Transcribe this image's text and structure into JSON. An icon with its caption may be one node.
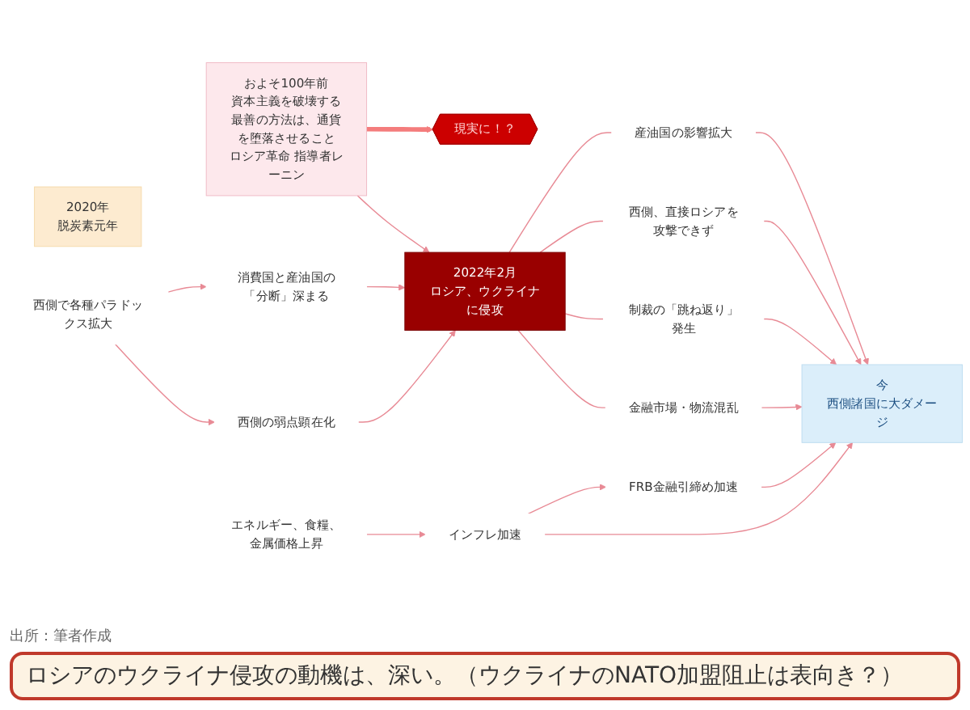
{
  "diagram": {
    "caption": "ロシアのウクライナ侵攻の動機は、深い。（ウクライナのNATO加盟阻止は表向き？）",
    "nodes": [
      {
        "text": [
          "およそ100年前",
          "資本主義を破壊する最善の方法は、通貨を堕落させること",
          "ロシア革命 指導者レーニン"
        ]
      },
      {
        "text": [
          "2020年",
          "脱炭素元年"
        ]
      },
      {
        "text": [
          "西側で各種パラドックス拡大"
        ]
      },
      {
        "text": [
          "西側の弱点顕在化"
        ]
      },
      {
        "text": [
          "消費国と産油国の「分断」深まる"
        ]
      },
      {
        "text": [
          "2022年2月",
          "ロシア、ウクライナに侵攻"
        ]
      },
      {
        "text": [
          "金融市場・物流混乱"
        ]
      },
      {
        "text": [
          "制裁の「跳ね返り」発生"
        ]
      },
      {
        "text": [
          "西側、直接ロシアを攻撃できず"
        ]
      },
      {
        "text": [
          "産油国の影響拡大"
        ]
      },
      {
        "text": [
          "エネルギー、食糧、金属価格上昇"
        ]
      },
      {
        "text": [
          "インフレ加速"
        ]
      },
      {
        "text": [
          "FRB金融引締め加速"
        ]
      },
      {
        "text": [
          "今",
          "西側諸国に大ダメージ"
        ]
      },
      {
        "text": [
          "現実に！？"
        ]
      }
    ],
    "edges": [
      {
        "from": 2,
        "to": 3,
        "arrow": "to"
      },
      {
        "from": 2,
        "to": 4,
        "arrow": "to"
      },
      {
        "from": 3,
        "to": 5,
        "arrow": "to"
      },
      {
        "from": 4,
        "to": 5,
        "arrow": "to"
      },
      {
        "from": 0,
        "to": 5,
        "arrow": "to"
      },
      {
        "from": 5,
        "to": 6,
        "arrow": "none"
      },
      {
        "from": 6,
        "to": 13,
        "arrow": "to"
      },
      {
        "from": 5,
        "to": 7,
        "arrow": "none"
      },
      {
        "from": 7,
        "to": 13,
        "arrow": "to"
      },
      {
        "from": 5,
        "to": 8,
        "arrow": "none"
      },
      {
        "from": 8,
        "to": 13,
        "arrow": "to"
      },
      {
        "from": 5,
        "to": 9,
        "arrow": "none"
      },
      {
        "from": 9,
        "to": 13,
        "arrow": "to"
      },
      {
        "from": 10,
        "to": 11,
        "arrow": "to"
      },
      {
        "from": 11,
        "to": 13,
        "arrow": "to"
      },
      {
        "from": 11,
        "to": 12,
        "arrow": "to"
      },
      {
        "from": 12,
        "to": 13,
        "arrow": "to"
      },
      {
        "from": 0,
        "to": 14,
        "arrow": "to",
        "style": "thick",
        "color": "#f47c7c"
      }
    ],
    "labels": [
      "出所：筆者作成"
    ]
  }
}
